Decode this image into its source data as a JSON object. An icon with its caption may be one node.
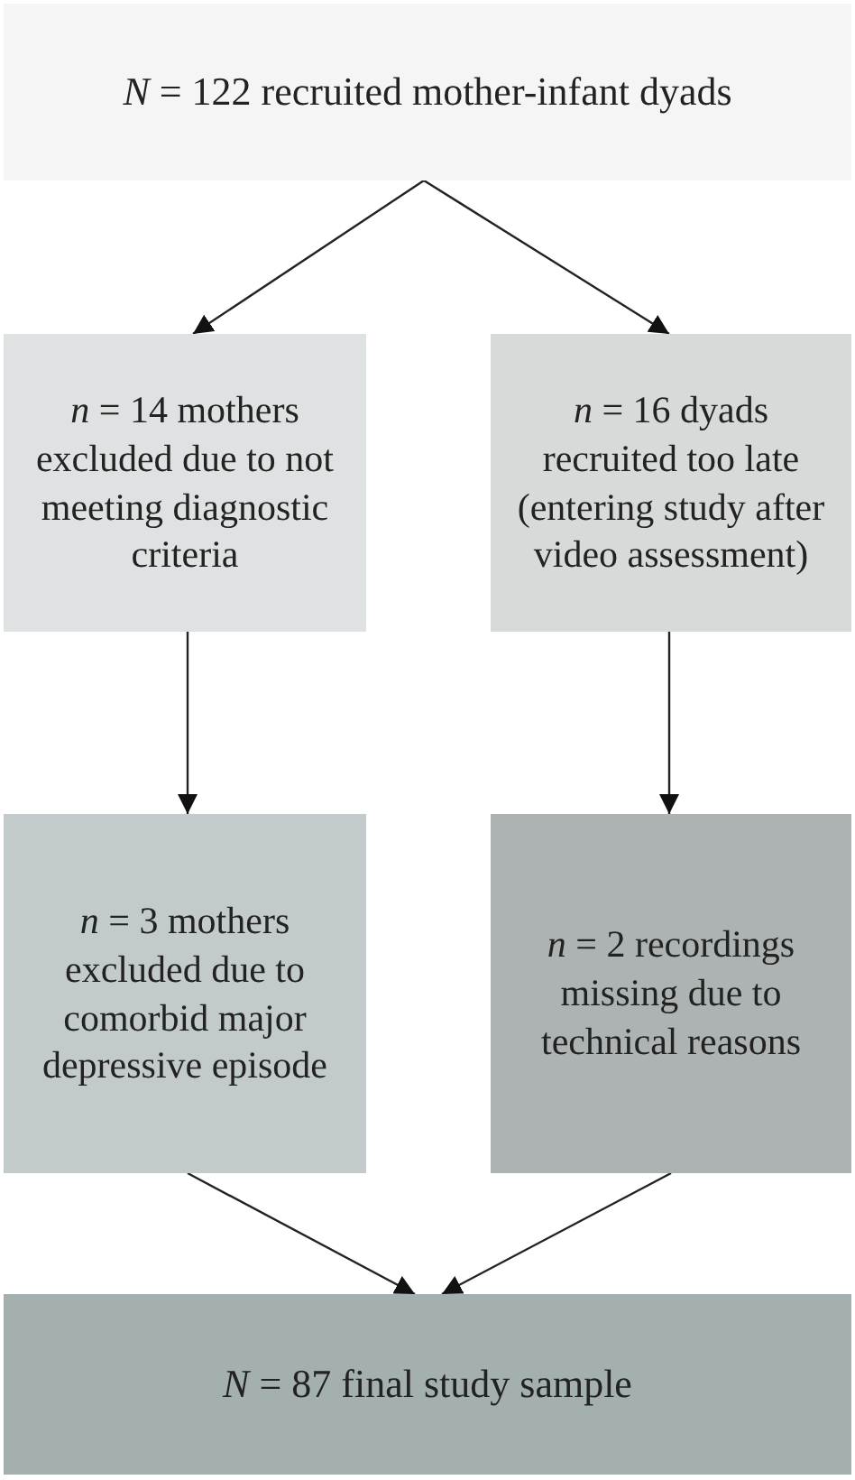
{
  "diagram": {
    "nodes": [
      {
        "text": [
          "*N* = 122 recruited mother-infant dyads"
        ]
      },
      {
        "text": [
          "*n* = 14 mothers excluded due to not meeting diagnostic criteria"
        ]
      },
      {
        "text": [
          "*n* = 16 dyads recruited too late (entering study after video assessment)"
        ]
      },
      {
        "text": [
          "*n* = 3 mothers excluded due to comorbid major depressive episode"
        ]
      },
      {
        "text": [
          "*n* = 2 recordings missing due to technical reasons"
        ]
      },
      {
        "text": [
          "*N* = 87 final study sample"
        ]
      }
    ],
    "edges": [
      {
        "from": 0,
        "to": 1,
        "arrow": "to"
      },
      {
        "from": 0,
        "to": 2,
        "arrow": "to"
      },
      {
        "from": 1,
        "to": 3,
        "arrow": "to"
      },
      {
        "from": 2,
        "to": 4,
        "arrow": "to"
      },
      {
        "from": 3,
        "to": 5,
        "arrow": "to"
      },
      {
        "from": 4,
        "to": 5,
        "arrow": "to"
      }
    ]
  }
}
